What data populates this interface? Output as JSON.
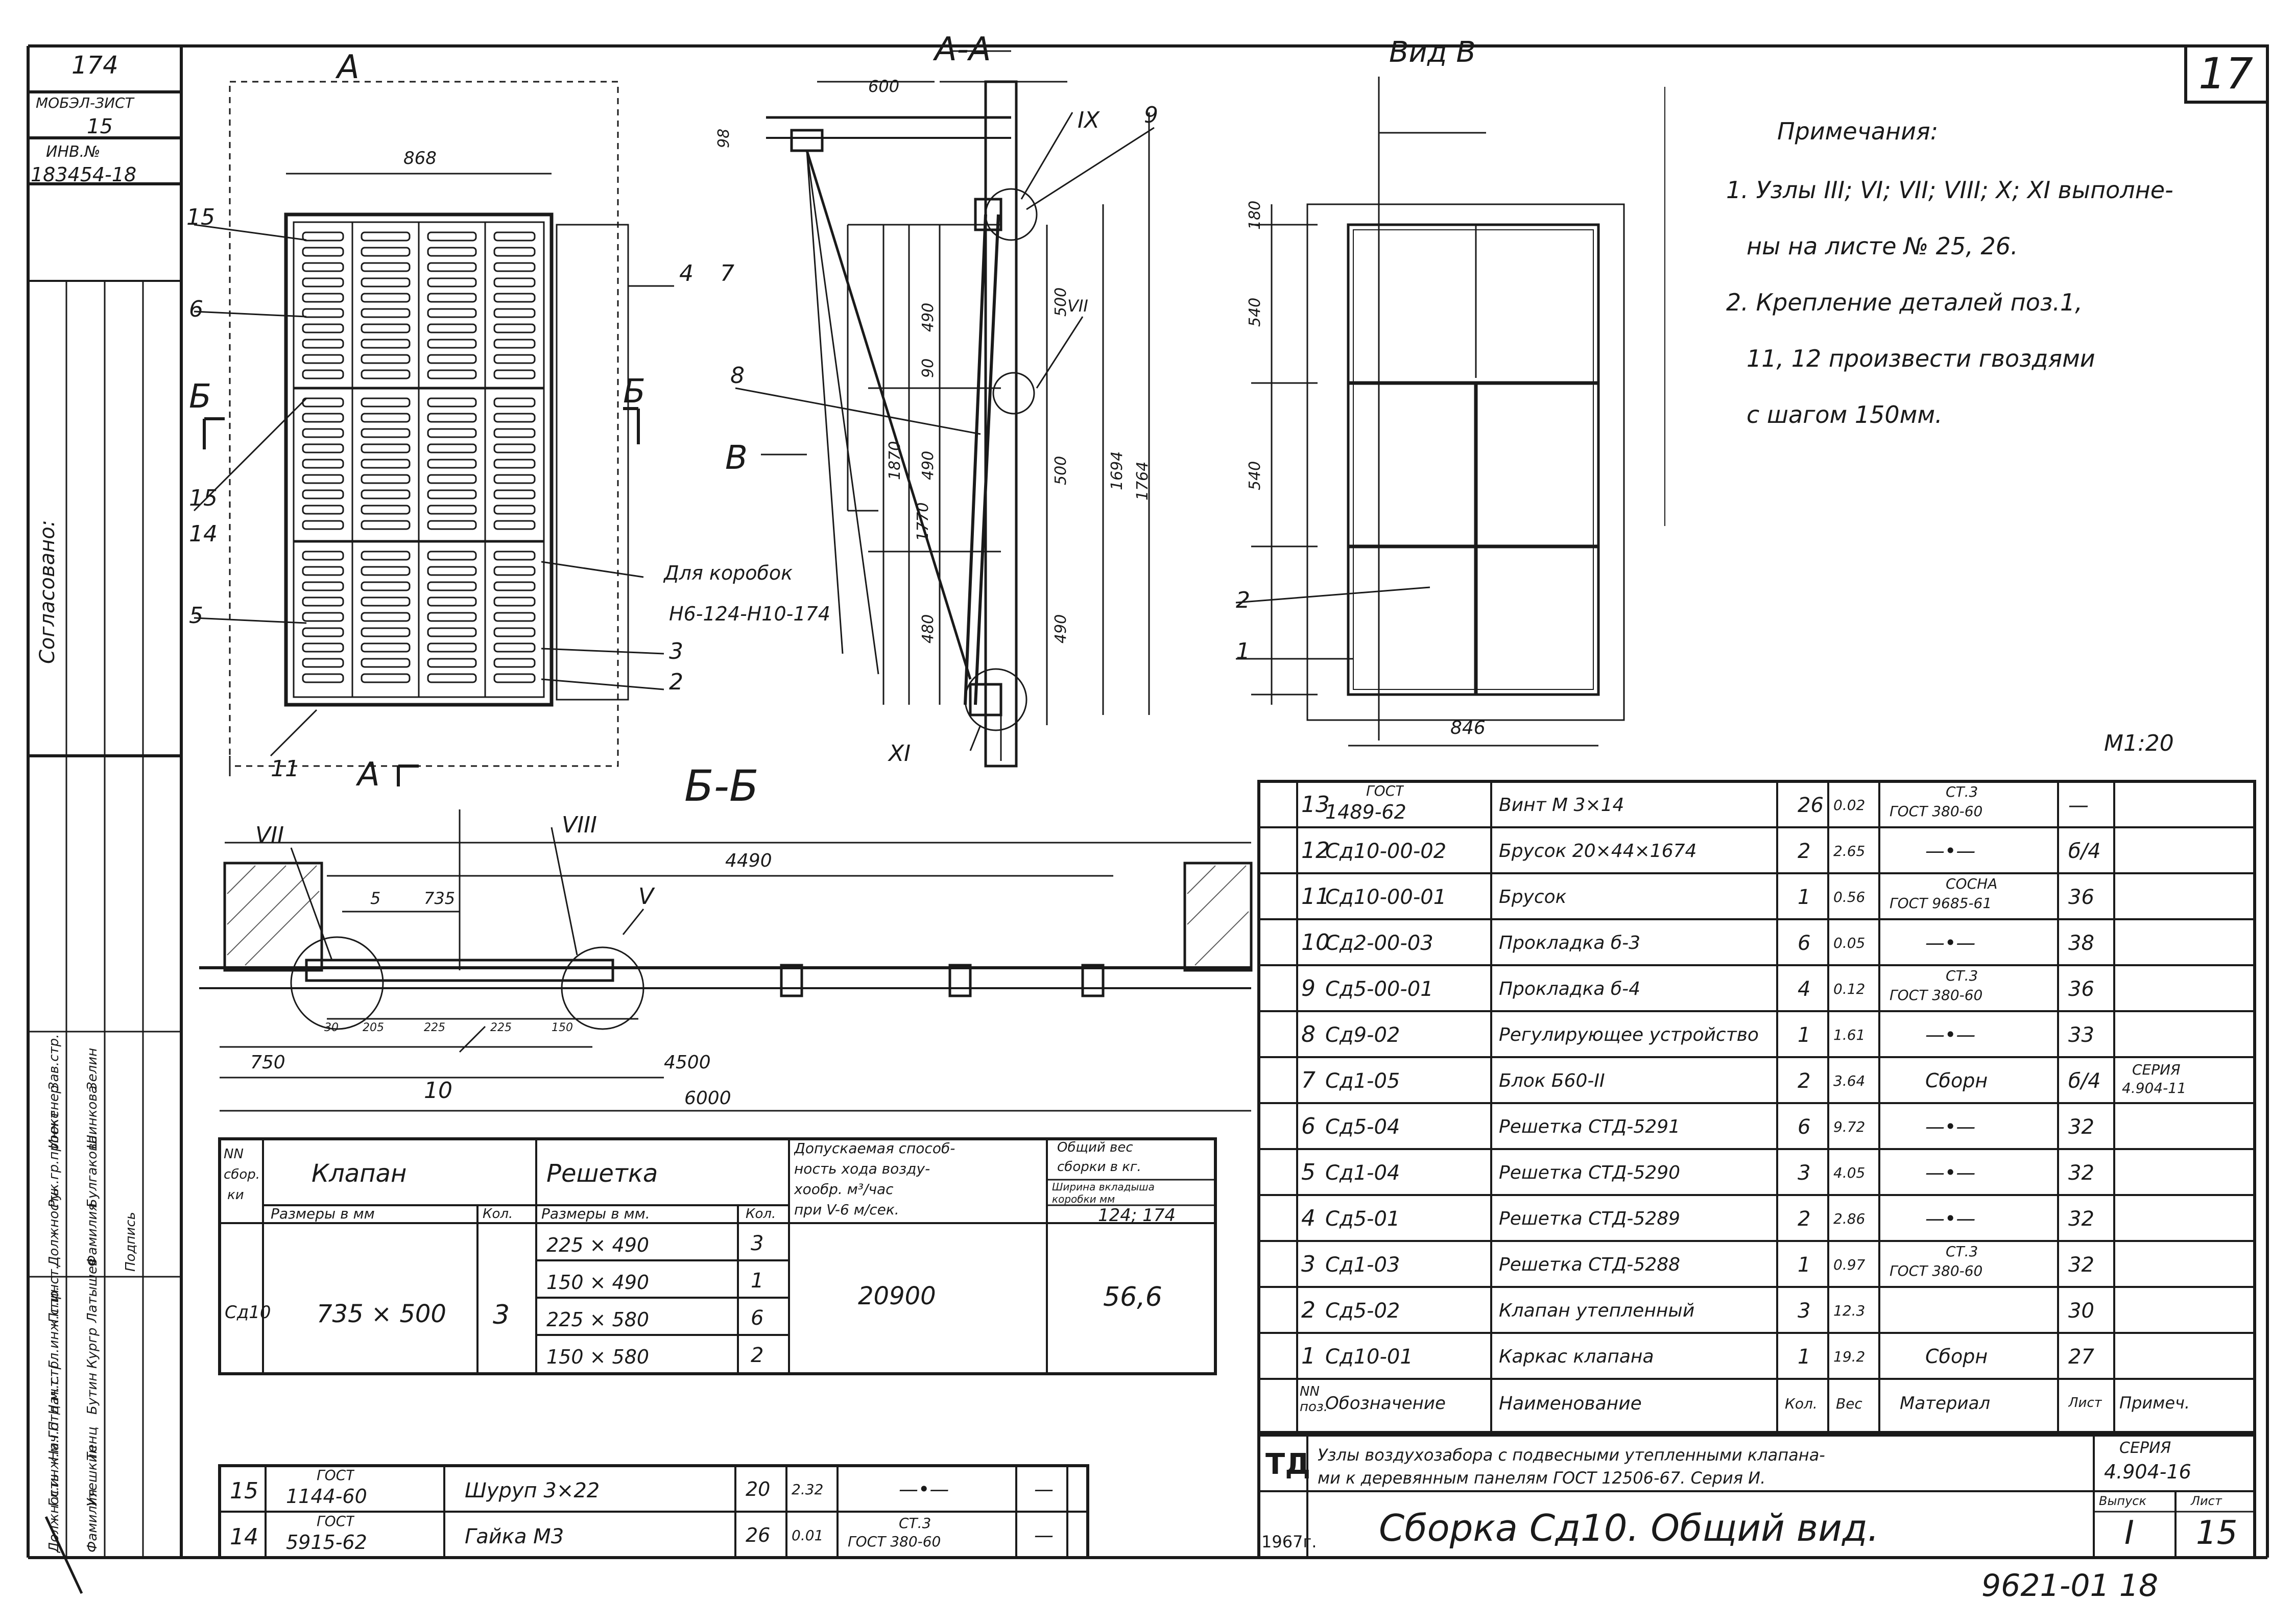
{
  "sheet_number": "17",
  "scale": "М1:20",
  "stamp_left": {
    "line1": "174",
    "line2": "МОБЭЛ-ЗИСТ",
    "line3": "15",
    "line4": "ИНВ.№",
    "line5": "183454-18"
  },
  "side_column": {
    "coordinated": "Согласовано:",
    "roles": [
      "Должность",
      "Гл.инж.м.ГП",
      "Нач.отд.м.т.",
      "Нач.стр.",
      "Гл.инж.спр.",
      "Пг.инст."
    ],
    "names": [
      "Фамилия",
      "Утешкин",
      "Тенц",
      "Бутин",
      "Кургр",
      "Латышев"
    ],
    "roles2": [
      "Должность",
      "Рук.гр.проект",
      "Инженер",
      "Зав.стр."
    ],
    "names2": [
      "Фамилия",
      "Булгакова",
      "Шинкова",
      "Зелин"
    ],
    "sign": "Подпись"
  },
  "views": {
    "view_a_label": "А",
    "section_aa": "А-А",
    "view_b": "Вид В",
    "section_bb": "Б-Б",
    "b_label": "Б",
    "v_label": "В",
    "korob_note1": "Для коробок",
    "korob_note2": "Н6-124-Н10-174"
  },
  "dims": {
    "w868": "868",
    "d600": "600",
    "d98": "98",
    "d846": "846",
    "d180": "180",
    "d540a": "540",
    "d540b": "540",
    "d1870": "1870",
    "d1770": "1770",
    "d490a": "490",
    "d90": "90",
    "d490b": "490",
    "d480": "480",
    "d500": "500",
    "d500b": "500",
    "d490c": "490",
    "d1694": "1694",
    "d1764": "1764",
    "d4490": "4490",
    "d5": "5",
    "d735": "735",
    "d4500": "4500",
    "d750": "750",
    "d6000": "6000",
    "d30": "30",
    "d205": "205",
    "d225a": "225",
    "d225b": "225",
    "d150": "150"
  },
  "view_marks": {
    "IX": "IX",
    "VII_r": "VII",
    "XI": "XI",
    "VII_b": "VII",
    "VIII": "VIII",
    "V": "V",
    "n15": "15",
    "n6": "6",
    "n14": "14",
    "n15b": "15",
    "n5": "5",
    "n11": "11",
    "n4": "4",
    "n7": "7",
    "n9": "9",
    "n8": "8",
    "n3": "3",
    "n2": "2",
    "n10": "10",
    "n2b": "2",
    "n1": "1"
  },
  "notes": {
    "title": "Примечания:",
    "lines": [
      "1. Узлы III; VI; VII; VIII; X; XI выполне-",
      "ны на листе № 25, 26.",
      "2. Крепление деталей поз.1,",
      "11, 12 произвести гвоздями",
      "с шагом 150мм."
    ]
  },
  "spec": {
    "rows": [
      {
        "pos": "13",
        "desig": [
          "ГОСТ",
          "1489-62"
        ],
        "name": "Винт М 3×14",
        "qty": "26",
        "mass": "0.02",
        "mat": [
          "СТ.3",
          "ГОСТ 380-60"
        ],
        "sheet": "—",
        "note": ""
      },
      {
        "pos": "12",
        "desig": [
          "Сд10-00-02"
        ],
        "name": "Брусок 20×44×1674",
        "qty": "2",
        "mass": "2.65",
        "mat": [
          "—•—"
        ],
        "sheet": "б/4",
        "note": ""
      },
      {
        "pos": "11",
        "desig": [
          "Сд10-00-01"
        ],
        "name": "Брусок",
        "qty": "1",
        "mass": "0.56",
        "mat": [
          "СОСНА",
          "ГОСТ 9685-61"
        ],
        "sheet": "36",
        "note": ""
      },
      {
        "pos": "10",
        "desig": [
          "Сд2-00-03"
        ],
        "name": "Прокладка б-3",
        "qty": "6",
        "mass": "0.05",
        "mat": [
          "—•—"
        ],
        "sheet": "38",
        "note": ""
      },
      {
        "pos": "9",
        "desig": [
          "Сд5-00-01"
        ],
        "name": "Прокладка б-4",
        "qty": "4",
        "mass": "0.12",
        "mat": [
          "СТ.3",
          "ГОСТ 380-60"
        ],
        "sheet": "36",
        "note": ""
      },
      {
        "pos": "8",
        "desig": [
          "Сд9-02"
        ],
        "name": "Регулирующее устройство",
        "qty": "1",
        "mass": "1.61",
        "mat": [
          "—•—"
        ],
        "sheet": "33",
        "note": ""
      },
      {
        "pos": "7",
        "desig": [
          "Сд1-05"
        ],
        "name": "Блок Б60-II",
        "qty": "2",
        "mass": "3.64",
        "mat": [
          "Сборн"
        ],
        "sheet": "б/4",
        "note": "СЕРИЯ 4.904-11"
      },
      {
        "pos": "6",
        "desig": [
          "Сд5-04"
        ],
        "name": "Решетка СТД-5291",
        "qty": "6",
        "mass": "9.72",
        "mat": [
          "—•—"
        ],
        "sheet": "32",
        "note": ""
      },
      {
        "pos": "5",
        "desig": [
          "Сд1-04"
        ],
        "name": "Решетка СТД-5290",
        "qty": "3",
        "mass": "4.05",
        "mat": [
          "—•—"
        ],
        "sheet": "32",
        "note": ""
      },
      {
        "pos": "4",
        "desig": [
          "Сд5-01"
        ],
        "name": "Решетка СТД-5289",
        "qty": "2",
        "mass": "2.86",
        "mat": [
          "—•—"
        ],
        "sheet": "32",
        "note": ""
      },
      {
        "pos": "3",
        "desig": [
          "Сд1-03"
        ],
        "name": "Решетка СТД-5288",
        "qty": "1",
        "mass": "0.97",
        "mat": [
          "СТ.3",
          "ГОСТ 380-60"
        ],
        "sheet": "32",
        "note": ""
      },
      {
        "pos": "2",
        "desig": [
          "Сд5-02"
        ],
        "name": "Клапан утепленный",
        "qty": "3",
        "mass": "12.3",
        "mat": [
          ""
        ],
        "sheet": "30",
        "note": ""
      },
      {
        "pos": "1",
        "desig": [
          "Сд10-01"
        ],
        "name": "Каркас клапана",
        "qty": "1",
        "mass": "19.2",
        "mat": [
          "Сборн"
        ],
        "sheet": "27",
        "note": ""
      }
    ],
    "header": {
      "pos": "NN поз.",
      "desig": "Обозначение",
      "name": "Наименование",
      "qty": "Кол.",
      "mass": "Вес",
      "mat": "Материал",
      "sheet": "Лист",
      "note": "Примеч."
    }
  },
  "spec2": {
    "rows": [
      {
        "pos": "15",
        "desig": [
          "ГОСТ",
          "1144-60"
        ],
        "name": "Шуруп 3×22",
        "qty": "20",
        "mass": "2.32",
        "mat": [
          "—•—"
        ],
        "sheet": "—",
        "note": ""
      },
      {
        "pos": "14",
        "desig": [
          "ГОСТ",
          "5915-62"
        ],
        "name": "Гайка М3",
        "qty": "26",
        "mass": "0.01",
        "mat": [
          "СТ.3",
          "ГОСТ 380-60"
        ],
        "sheet": "—",
        "note": ""
      }
    ]
  },
  "klapan_table": {
    "h_nn": "NN сбор.",
    "h_nn2": "ки",
    "h_klapan": "Клапан",
    "h_reshetka": "Решетка",
    "h_dop": [
      "Допускаемая способ-",
      "ность хода возду-",
      "хообр. м³/час",
      "при V-6 м/сек."
    ],
    "h_ves": [
      "Общий вес",
      "сборки в кг."
    ],
    "h_shir": [
      "Ширина вкладыша",
      "коробки мм"
    ],
    "h_sizes_k": "Размеры в мм",
    "h_kol_k": "Кол.",
    "h_sizes_r": "Размеры в мм.",
    "h_kol_r": "Кол.",
    "shir_val": "124; 174",
    "row_id": "Сд10",
    "klapan_size": "735 × 500",
    "klapan_qty": "3",
    "reshetki": [
      {
        "size": "225 × 490",
        "qty": "3"
      },
      {
        "size": "150 × 490",
        "qty": "1"
      },
      {
        "size": "225 × 580",
        "qty": "6"
      },
      {
        "size": "150 × 580",
        "qty": "2"
      }
    ],
    "capacity": "20900",
    "weight": "56,6"
  },
  "title_block": {
    "td": "ТД",
    "desc1": "Узлы воздухозабора с подвесными утепленными клапана-",
    "desc2": "ми к деревянным панелям ГОСТ 12506-67. Серия И.",
    "series": "СЕРИЯ",
    "series_num": "4.904-16",
    "vypusk_lbl": "Выпуск",
    "list_lbl": "Лист",
    "vypusk": "I",
    "list": "15",
    "year": "1967г.",
    "title": "Сборка Сд10. Общий вид."
  },
  "bottom_code": "9621-01 18"
}
